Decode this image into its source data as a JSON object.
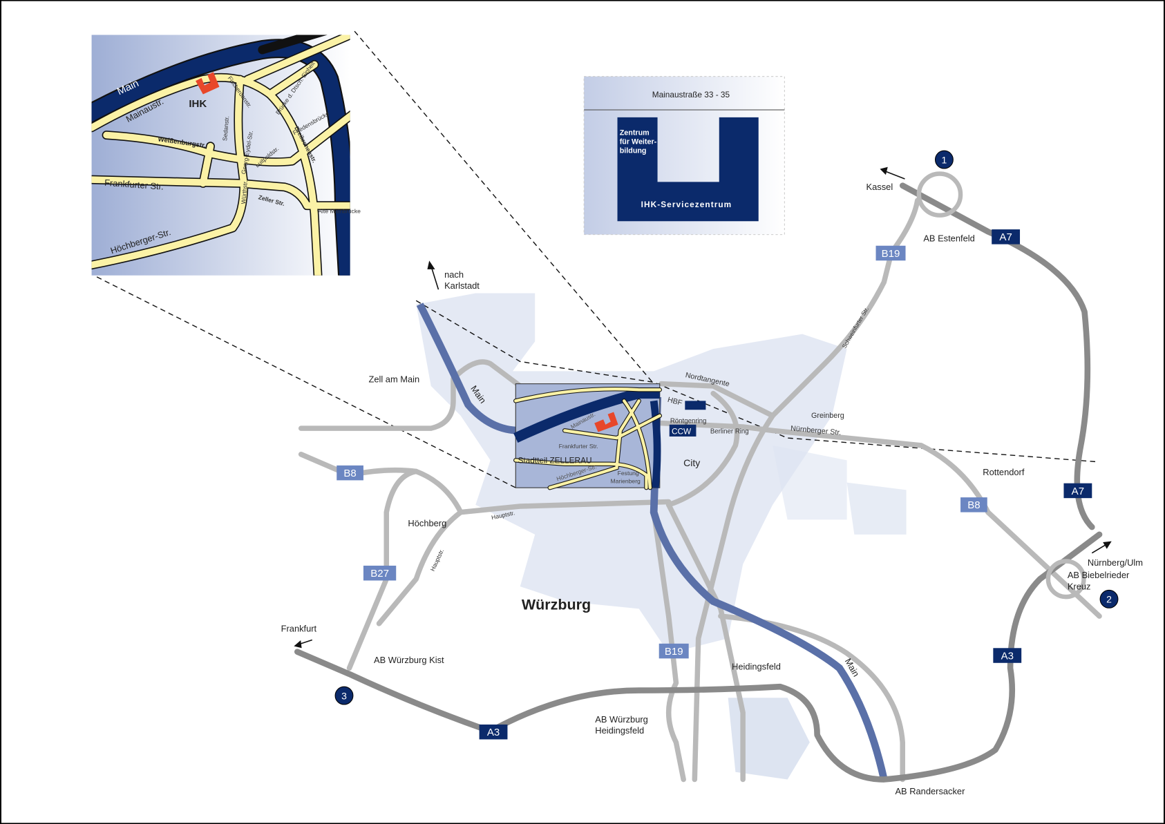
{
  "colors": {
    "river": "#5a70a8",
    "navy": "#0b2a6b",
    "ihk": "#e8472a",
    "street": "#fbf2a6",
    "city": "#dce3f0"
  },
  "inset": {
    "river": "Main",
    "ihk_logo": "IHK",
    "streets": [
      "Mainaustr.",
      "Weißenburgstr.",
      "Frankfurter Str.",
      "Höchberger-Str.",
      "Sedanstr.",
      "Georg-Eydel-Str.",
      "Luitpoldstr.",
      "Würthstr.",
      "Zeller Str.",
      "Dreikronenstr.",
      "Friedensbrücke",
      "Brücke d. Dtsch. Einheit",
      "Fischerdenstr.",
      "Alte Mainbrücke"
    ]
  },
  "building": {
    "address": "Mainaustraße 33 - 35",
    "wing_label": "Zentrum für Weiter-bildung",
    "wing_lines": [
      "Zentrum",
      "für Weiter-",
      "bildung"
    ],
    "main_label": "IHK-Servicezentrum"
  },
  "small_inset": {
    "labels": [
      "Mainaustr.",
      "Frankfurter Str.",
      "Stadtteil ZELLERAU",
      "Höchberger-Str.",
      "Festung",
      "Marienberg"
    ]
  },
  "map": {
    "city_title": "Würzburg",
    "places": [
      "Zell am Main",
      "Höchberg",
      "City",
      "Heidingsfeld",
      "Rottendorf",
      "Greinberg",
      "Kassel",
      "Frankfurt",
      "AB Estenfeld",
      "AB Würzburg Kist",
      "AB Würzburg",
      "Heidingsfeld",
      "AB Randersacker",
      "Nürnberg/Ulm",
      "AB Biebelrieder",
      "Kreuz",
      "nach",
      "Karlstadt",
      "Main",
      "Main",
      "HBF",
      "Röntgenring",
      "Berliner Ring",
      "Nordtangente",
      "Nürnberger Str.",
      "Schweinfurter Str.",
      "Hauptstr.",
      "Hauptstr.",
      "CCW"
    ],
    "shields": {
      "a7_1": "A7",
      "a7_2": "A7",
      "a3_1": "A3",
      "a3_2": "A3",
      "b19_1": "B19",
      "b19_2": "B19",
      "b8_1": "B8",
      "b8_2": "B8",
      "b27": "B27"
    },
    "markers": [
      "1",
      "2",
      "3"
    ]
  }
}
